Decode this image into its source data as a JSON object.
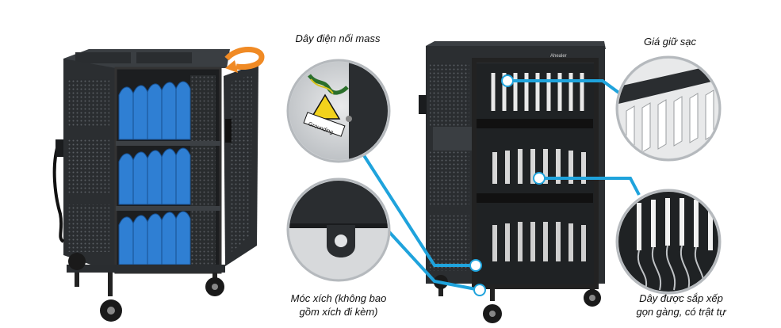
{
  "callouts": {
    "grounding_wire": "Dây điện nối mass",
    "charger_holder": "Giá giữ sạc",
    "chain_hook_line1": "Móc xích (không bao",
    "chain_hook_line2": "gồm xích đi kèm)",
    "cables_line1": "Dây được sắp xếp",
    "cables_line2": "gọn gàng, có trật tự"
  },
  "sticker_text": "Grounding",
  "brand_mark": "Ahealer",
  "colors": {
    "accent_line": "#1fa3dc",
    "cabinet": "#2b2e31",
    "tray_blue": "#2f7fd3",
    "arrow_orange": "#f08a24"
  }
}
